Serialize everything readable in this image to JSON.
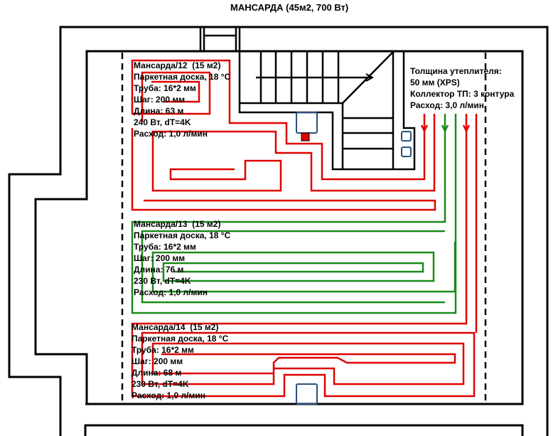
{
  "title": "МАНСАРДА  (45м2, 700 Вт)",
  "circuits": [
    {
      "lines": [
        "Мансарда/12  (15 м2)",
        "Паркетная доска, 18 °С",
        "Труба: 16*2 мм",
        "Шаг: 200 мм",
        "Длина: 63 м",
        "240 Вт, dT=4K",
        "Расход: 1,0 л/мин"
      ],
      "color": "#e00000"
    },
    {
      "lines": [
        "Мансарда/13  (15 м2)",
        "Паркетная доска, 18 °С",
        "Труба: 16*2 мм",
        "Шаг: 200 мм",
        "Длина: 76 м",
        "230 Вт, dT=4K",
        "Расход: 1,0 л/мин"
      ],
      "color": "#1a8a1a"
    },
    {
      "lines": [
        "Мансарда/14  (15 м2)",
        "Паркетная доска, 18 °С",
        "Труба: 16*2 мм",
        "Шаг: 200 мм",
        "Длина: 68 м",
        "230 Вт, dT=4K",
        "Расход: 1,0 л/мин"
      ],
      "color": "#e00000"
    }
  ],
  "summary": [
    "Толщина утеплителя:",
    "50 мм (XPS)",
    "Коллектор ТП: 3 контура",
    "Расход: 3,0 л/мин"
  ],
  "colors": {
    "wall": "#000000",
    "supply": "#e00000",
    "circuit13": "#1a8a1a",
    "riser": "#2a4f7f",
    "valve": "#e00000"
  }
}
